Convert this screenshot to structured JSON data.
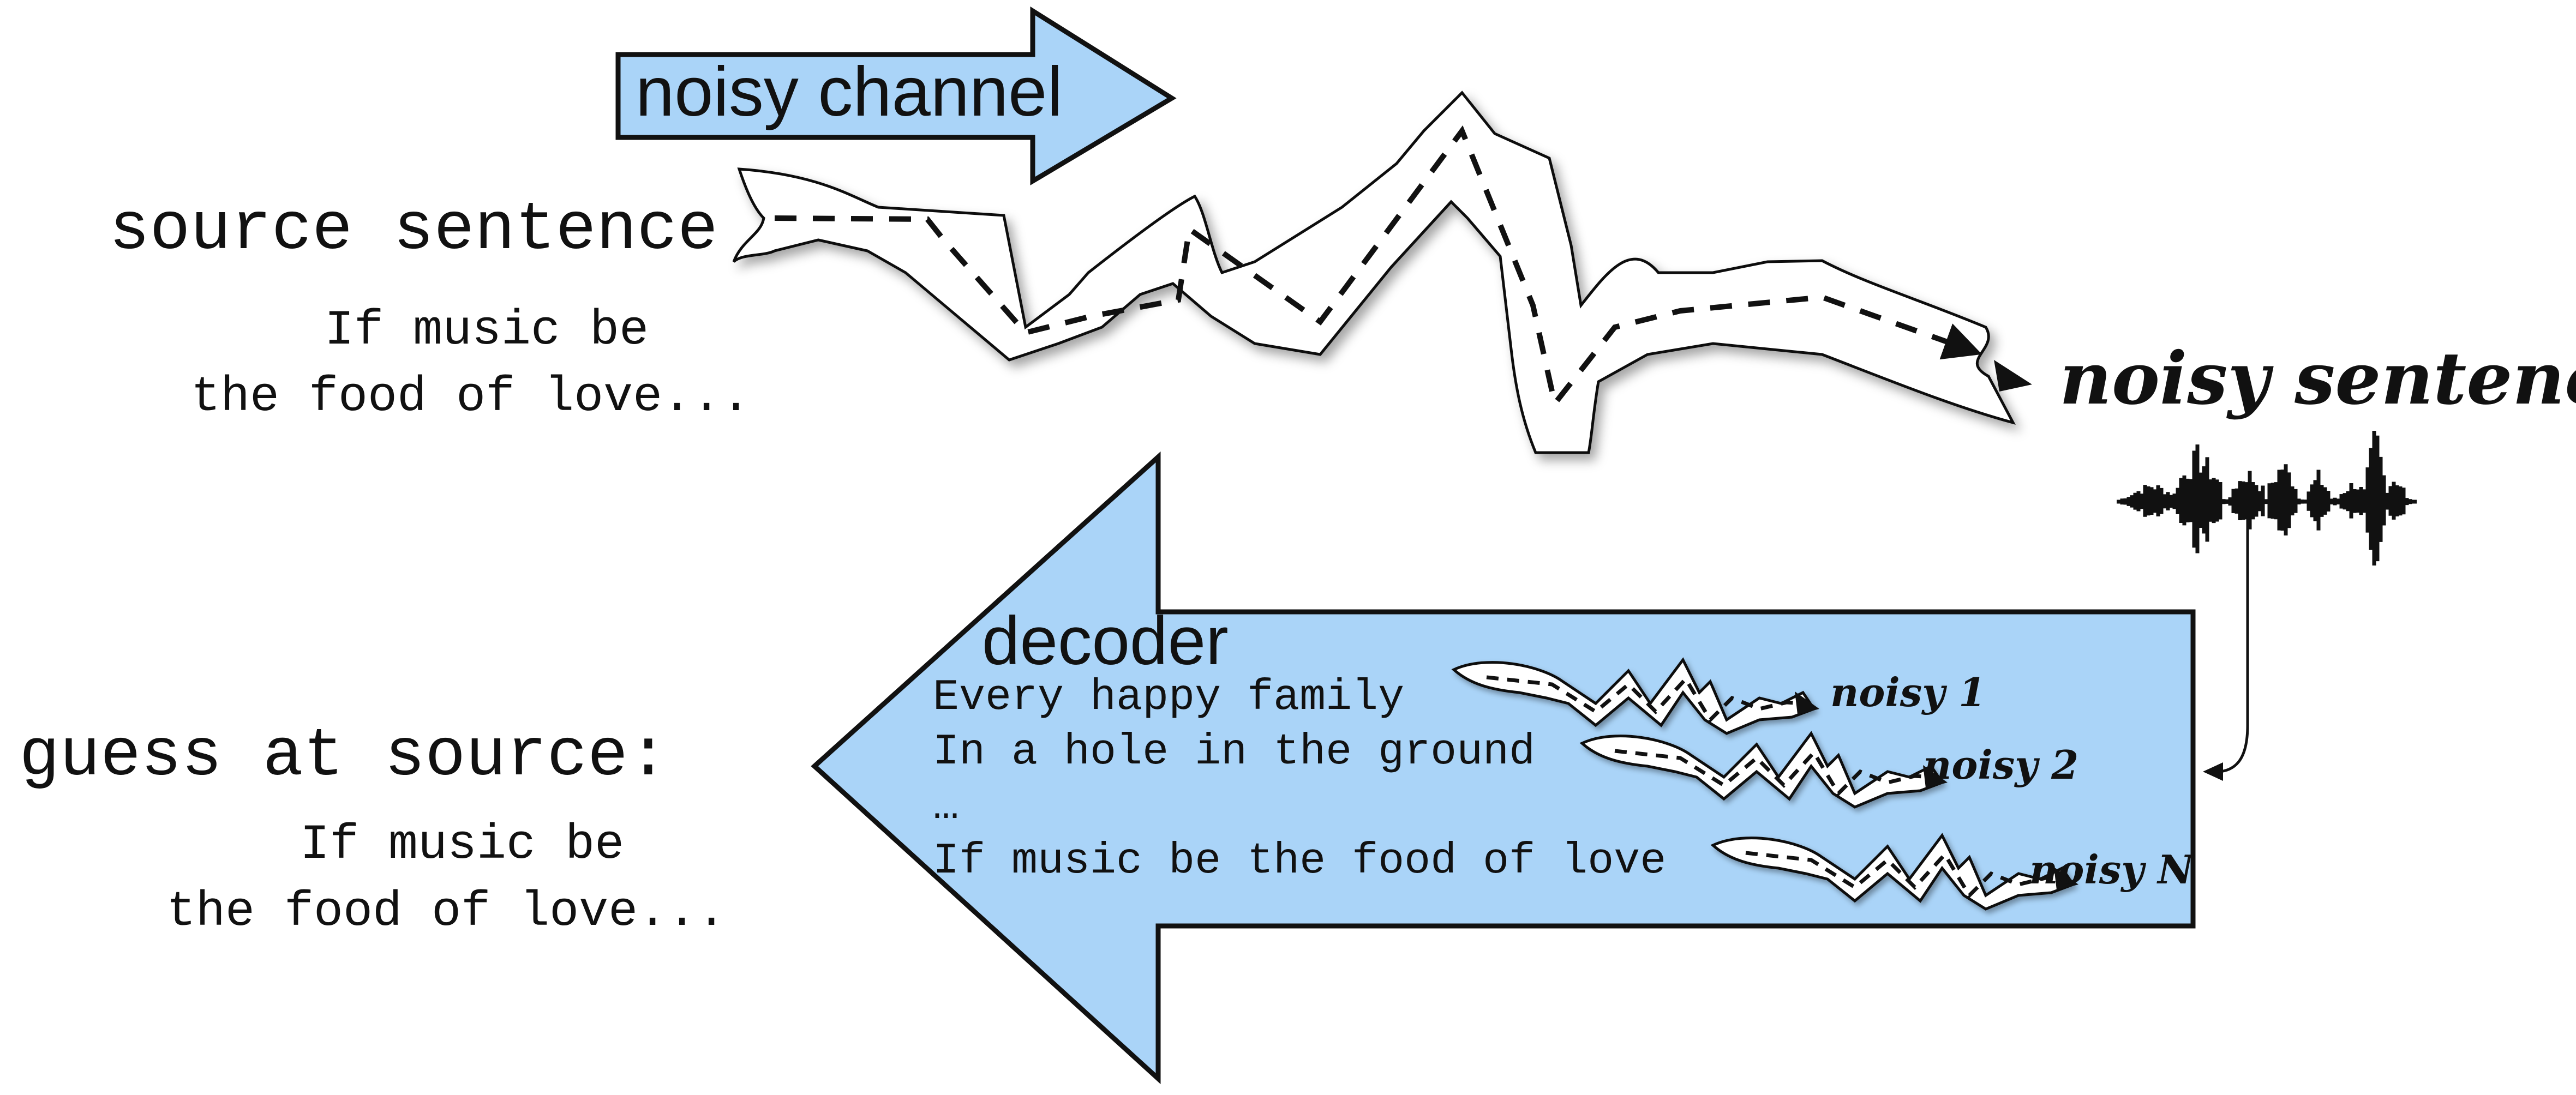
{
  "channel_label": "noisy channel",
  "decoder_label": "decoder",
  "source": {
    "heading": "source sentence",
    "line1": "If music be",
    "line2": "the food of love..."
  },
  "noisy_sentence": "noisy sentence",
  "guess": {
    "heading": "guess at source:",
    "line1": "If music be",
    "line2": "the food of love..."
  },
  "candidates": [
    {
      "text": "Every happy family",
      "noisy": "noisy 1"
    },
    {
      "text": "In a hole in the ground",
      "noisy": "noisy 2"
    },
    {
      "text": "…",
      "noisy": ""
    },
    {
      "text": "If music be the food of love",
      "noisy": "noisy N"
    }
  ],
  "colors": {
    "arrow_fill": "#aad4f8",
    "outline": "#111111",
    "channel_fill": "#ffffff"
  }
}
